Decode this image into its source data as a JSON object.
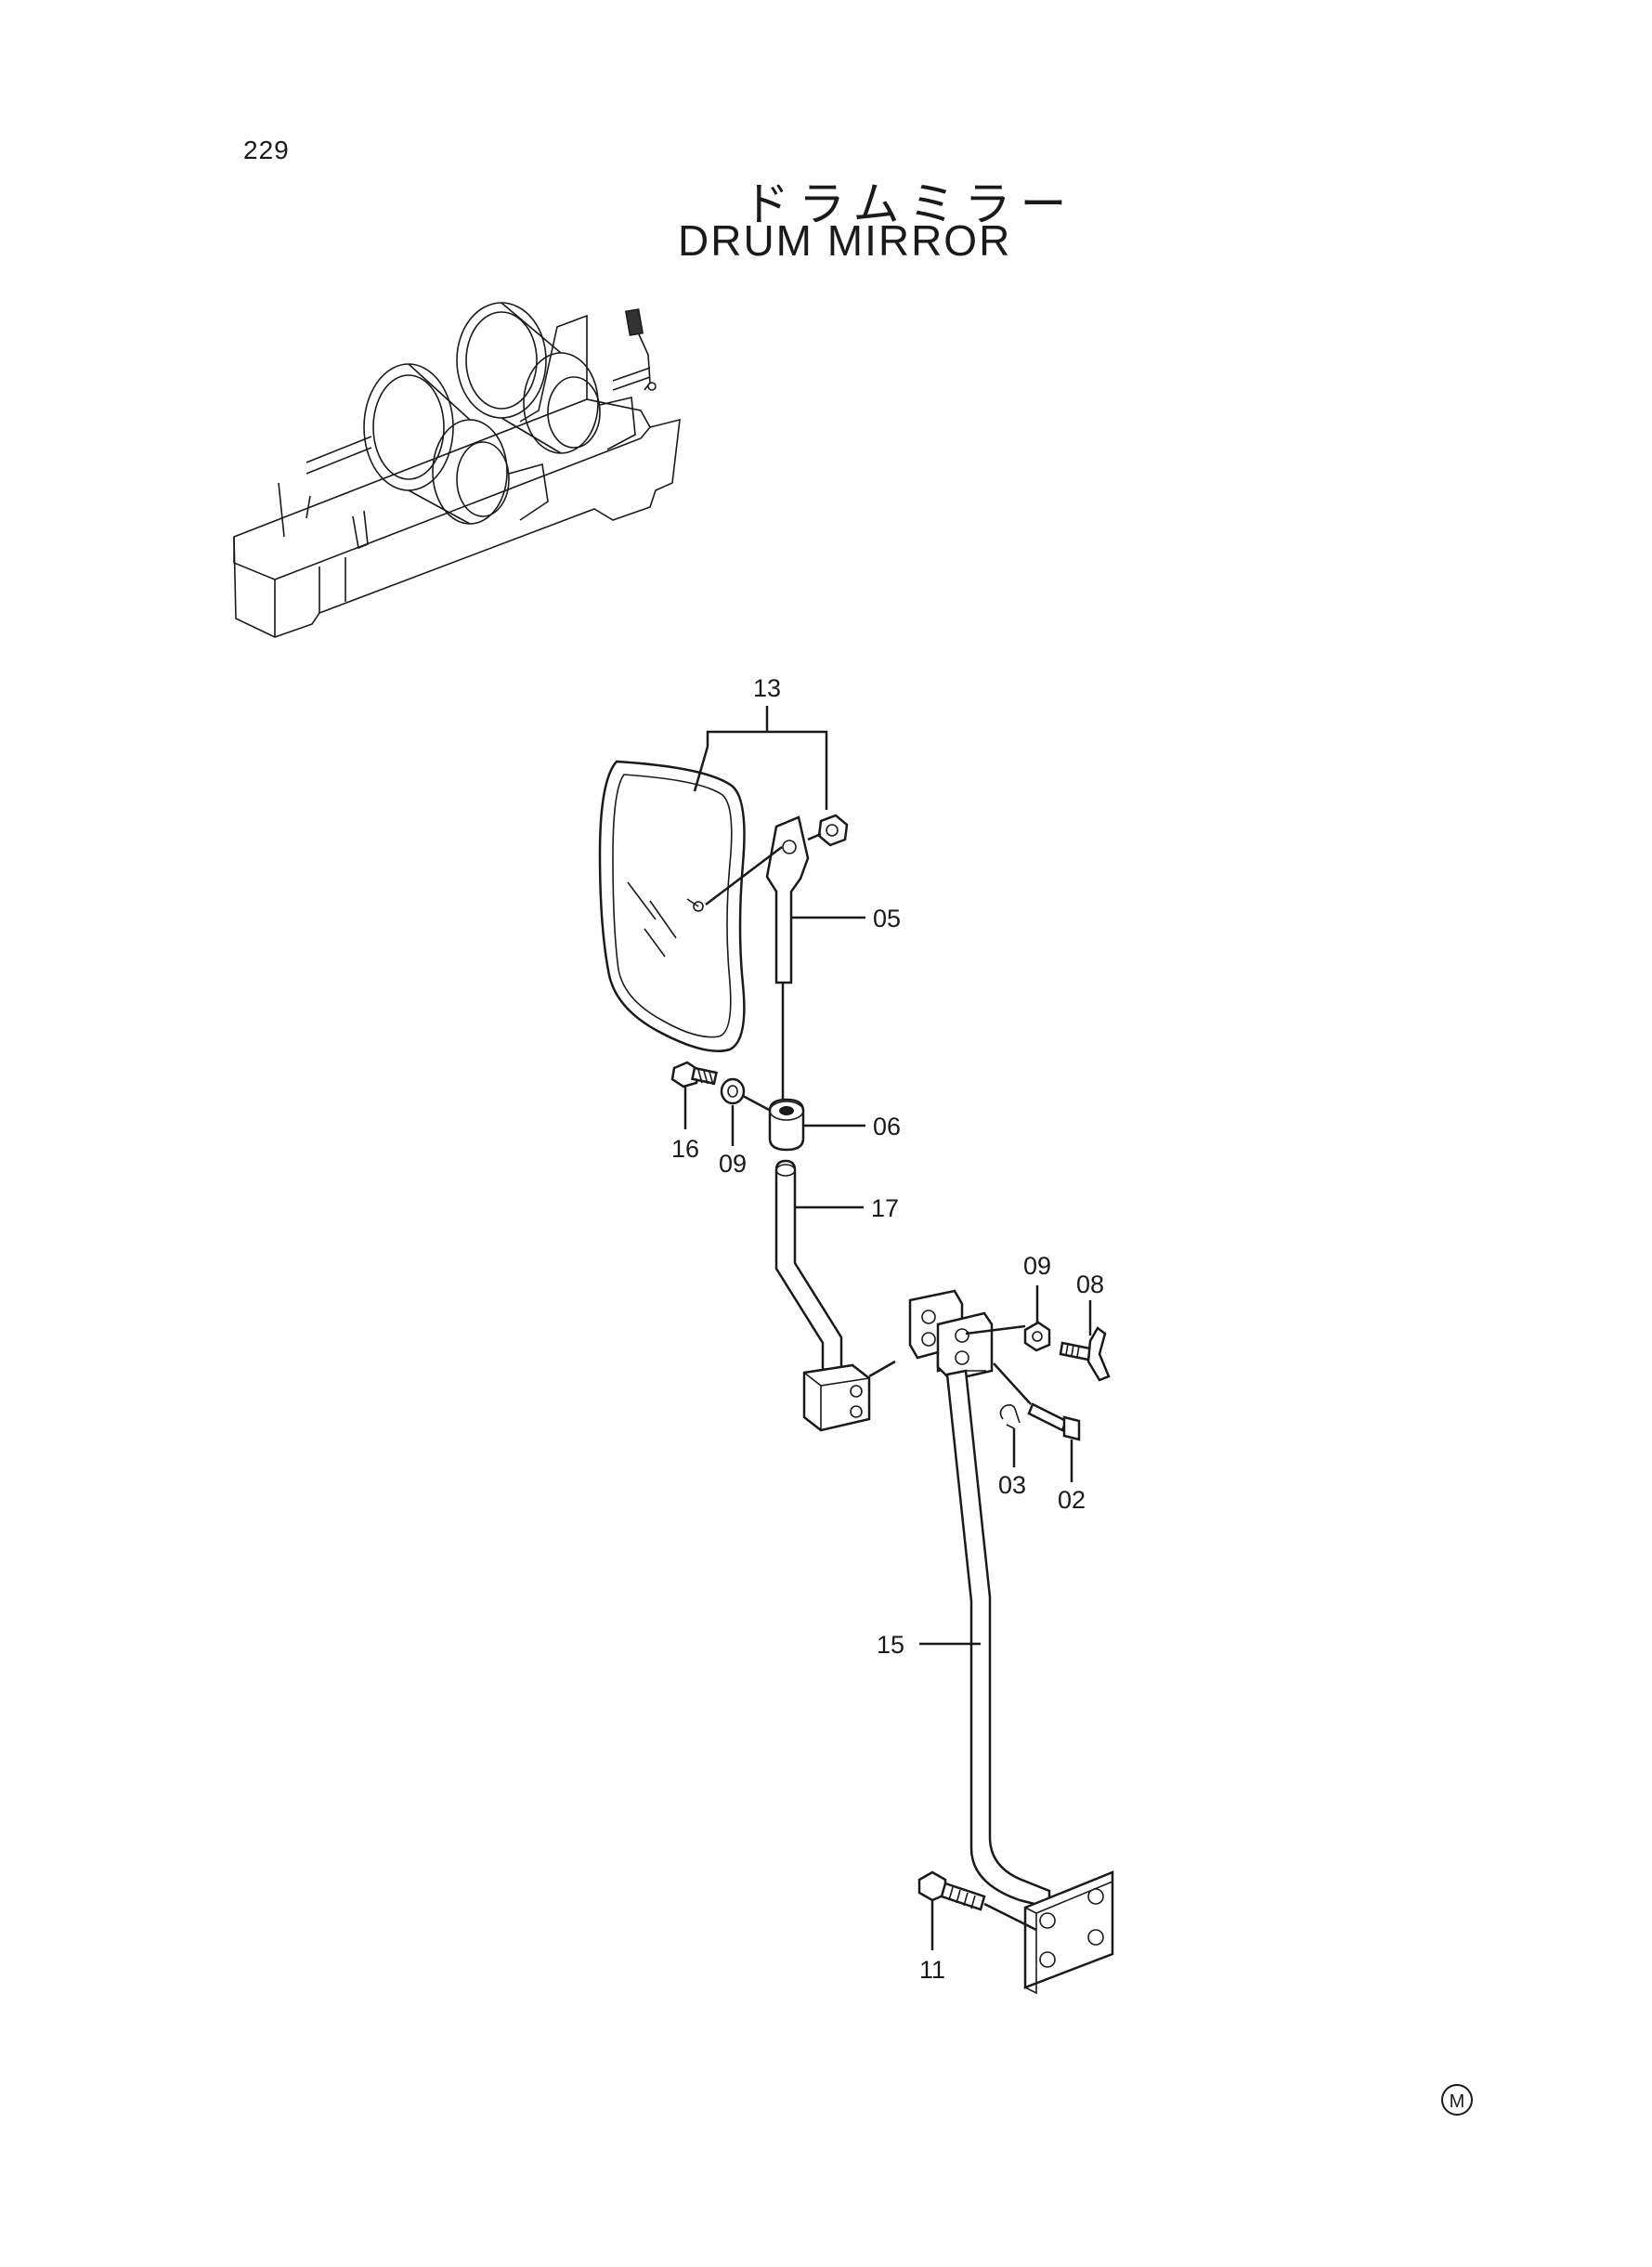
{
  "page": {
    "number": "229",
    "title_jp": "ドラムミラー",
    "title_en": "DRUM MIRROR",
    "maker_mark": "M"
  },
  "callouts": [
    "13",
    "05",
    "16",
    "09",
    "06",
    "17",
    "09",
    "08",
    "03",
    "02",
    "15",
    "11"
  ]
}
